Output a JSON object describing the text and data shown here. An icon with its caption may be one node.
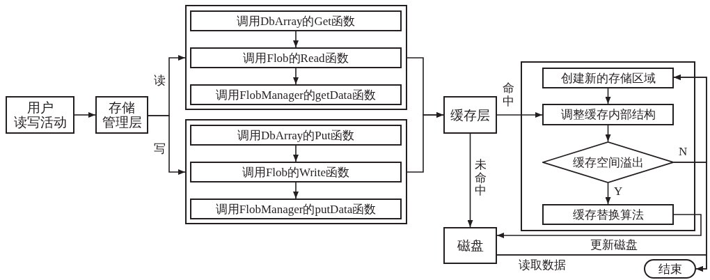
{
  "diagram": {
    "nodes": [
      {
        "text": [
          "用户",
          "读写活动"
        ]
      },
      {
        "text": [
          "存储",
          "管理层"
        ]
      },
      {
        "text": [],
        "shape": "box"
      },
      {
        "text": [
          "调用DbArray的Get函数"
        ],
        "in": 2
      },
      {
        "text": [
          "调用Flob的Read函数"
        ],
        "in": 2
      },
      {
        "text": [
          "调用FlobManager的getData函数"
        ],
        "in": 2
      },
      {
        "text": [],
        "shape": "box"
      },
      {
        "text": [
          "调用DbArray的Put函数"
        ],
        "in": 6
      },
      {
        "text": [
          "调用Flob的Write函数"
        ],
        "in": 6
      },
      {
        "text": [
          "调用FlobManager的putData函数"
        ],
        "in": 6
      },
      {
        "text": [
          "缓存层"
        ]
      },
      {
        "text": [],
        "shape": "box"
      },
      {
        "text": [
          "创建新的存储区域"
        ],
        "in": 11
      },
      {
        "text": [
          "调整缓存内部结构"
        ],
        "in": 11
      },
      {
        "text": [
          "缓存空间溢出"
        ],
        "in": 11
      },
      {
        "text": [
          "缓存替换算法"
        ],
        "in": 11
      },
      {
        "text": [
          "磁盘"
        ]
      },
      {
        "text": [
          "结束"
        ]
      }
    ],
    "edges": [
      {
        "from": 0,
        "to": 1,
        "arrow": "to"
      },
      {
        "from": 1,
        "to": 2,
        "arrow": "to",
        "label": "读"
      },
      {
        "from": 1,
        "to": 6,
        "arrow": "to",
        "label": "写"
      },
      {
        "from": 3,
        "to": 4,
        "arrow": "to"
      },
      {
        "from": 4,
        "to": 5,
        "arrow": "to"
      },
      {
        "from": 7,
        "to": 8,
        "arrow": "to"
      },
      {
        "from": 8,
        "to": 9,
        "arrow": "to"
      },
      {
        "from": 2,
        "to": 10,
        "arrow": "to"
      },
      {
        "from": 6,
        "to": 10,
        "arrow": "to"
      },
      {
        "from": 10,
        "to": 13,
        "arrow": "to",
        "label": "命中"
      },
      {
        "from": 10,
        "to": 16,
        "arrow": "to",
        "label": "未命中"
      },
      {
        "from": 12,
        "to": 13,
        "arrow": "to"
      },
      {
        "from": 13,
        "to": 14,
        "arrow": "to"
      },
      {
        "from": 14,
        "to": 15,
        "arrow": "to",
        "label": "Y"
      },
      {
        "from": 14,
        "to": 12,
        "arrow": "to",
        "label": "N"
      },
      {
        "from": 14,
        "to": 17,
        "arrow": "to"
      },
      {
        "from": 15,
        "to": 16,
        "arrow": "to",
        "label": "更新磁盘"
      },
      {
        "from": 16,
        "to": 12,
        "arrow": "to",
        "label": "读取数据"
      },
      {
        "from": 16,
        "to": 17,
        "arrow": "to"
      }
    ]
  }
}
